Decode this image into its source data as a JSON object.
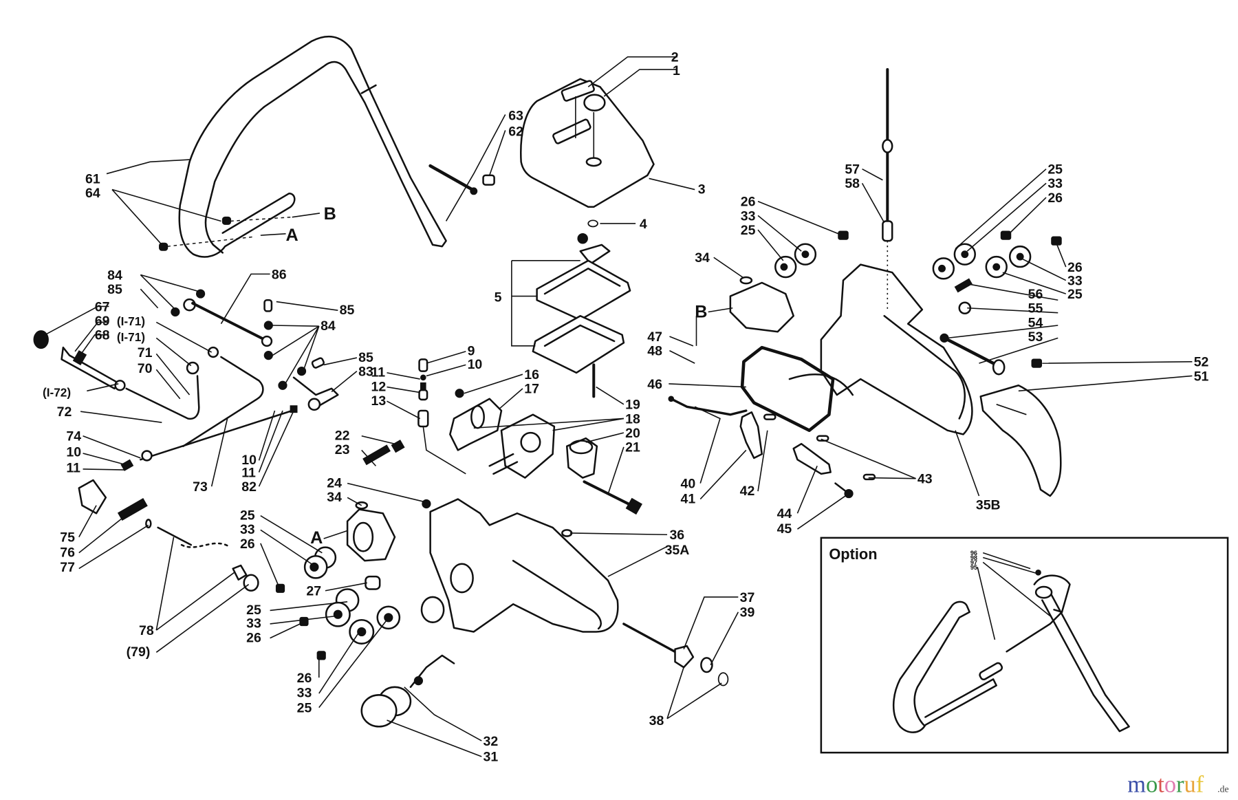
{
  "diagram": {
    "type": "exploded-parts-diagram",
    "subject": "chainsaw handle, tank and carburetor assembly",
    "option_box": {
      "title": "Option",
      "labels": [
        "96",
        "98",
        "97",
        "95"
      ]
    },
    "reference_letters": [
      "A",
      "B"
    ],
    "callouts": {
      "c2": "2",
      "c1": "1",
      "c3": "3",
      "c4": "4",
      "c5": "5",
      "c63": "63",
      "c62": "62",
      "c61": "61",
      "c64": "64",
      "cB1": "B",
      "cA1": "A",
      "c84a": "84",
      "c85a": "85",
      "c86": "86",
      "c67": "67",
      "c69": "69",
      "c68": "68",
      "c171a": "(I-71)",
      "c171b": "(I-71)",
      "c71": "71",
      "c70": "70",
      "c172": "(I-72)",
      "c72": "72",
      "c85b": "85",
      "c84b": "84",
      "c85c": "85",
      "c83": "83",
      "c74": "74",
      "c10a": "10",
      "c11a": "11",
      "c73": "73",
      "c10b": "10",
      "c11b": "11",
      "c82": "82",
      "c75": "75",
      "c76": "76",
      "c77": "77",
      "c78": "78",
      "c79": "(79)",
      "c9": "9",
      "c10c": "10",
      "c11c": "11",
      "c12": "12",
      "c13": "13",
      "c16": "16",
      "c17": "17",
      "c19": "19",
      "c18": "18",
      "c20": "20",
      "c21": "21",
      "c22": "22",
      "c23": "23",
      "c24": "24",
      "c34a": "34",
      "c25a": "25",
      "c33a": "33",
      "c26a": "26",
      "cA2": "A",
      "c27": "27",
      "c25b": "25",
      "c33b": "33",
      "c26b": "26",
      "c26c": "26",
      "c33c": "33",
      "c25c": "25",
      "c32": "32",
      "c31": "31",
      "c36": "36",
      "c35A": "35A",
      "c37": "37",
      "c39": "39",
      "c38": "38",
      "c57": "57",
      "c58": "58",
      "c26d": "26",
      "c33d": "33",
      "c25d": "25",
      "c34b": "34",
      "c25e": "25",
      "c33e": "33",
      "c26e": "26",
      "c26f": "26",
      "c33f": "33",
      "c25f": "25",
      "c56": "56",
      "c55": "55",
      "c54": "54",
      "c53": "53",
      "c52": "52",
      "c51": "51",
      "cB2": "B",
      "c47": "47",
      "c48": "48",
      "c46": "46",
      "c40": "40",
      "c41": "41",
      "c42": "42",
      "c43": "43",
      "c44": "44",
      "c45": "45",
      "c35B": "35B"
    }
  },
  "watermark": {
    "letters": [
      {
        "ch": "m",
        "color": "#3b4fa8"
      },
      {
        "ch": "o",
        "color": "#3a9a4a"
      },
      {
        "ch": "t",
        "color": "#d9534f"
      },
      {
        "ch": "o",
        "color": "#e07bb0"
      },
      {
        "ch": "r",
        "color": "#3a9a4a"
      },
      {
        "ch": "u",
        "color": "#e8a33a"
      },
      {
        "ch": "f",
        "color": "#e8c53a"
      }
    ],
    "tld": ".de"
  }
}
